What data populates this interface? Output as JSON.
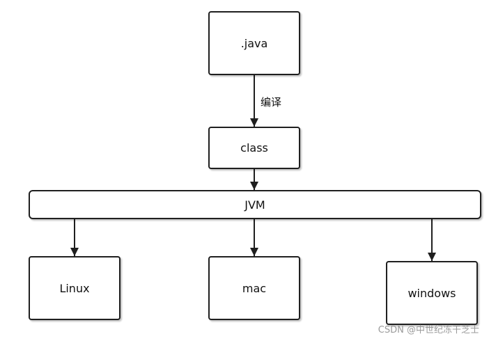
{
  "nodes": {
    "java": ".java",
    "class": "class",
    "jvm": "JVM",
    "linux": "Linux",
    "mac": "mac",
    "windows": "windows"
  },
  "edge_labels": {
    "compile": "编译"
  },
  "watermark": "CSDN @中世纪冻干芝士",
  "colors": {
    "stroke": "#1f1f1f",
    "watermark": "#9a9a9a"
  }
}
